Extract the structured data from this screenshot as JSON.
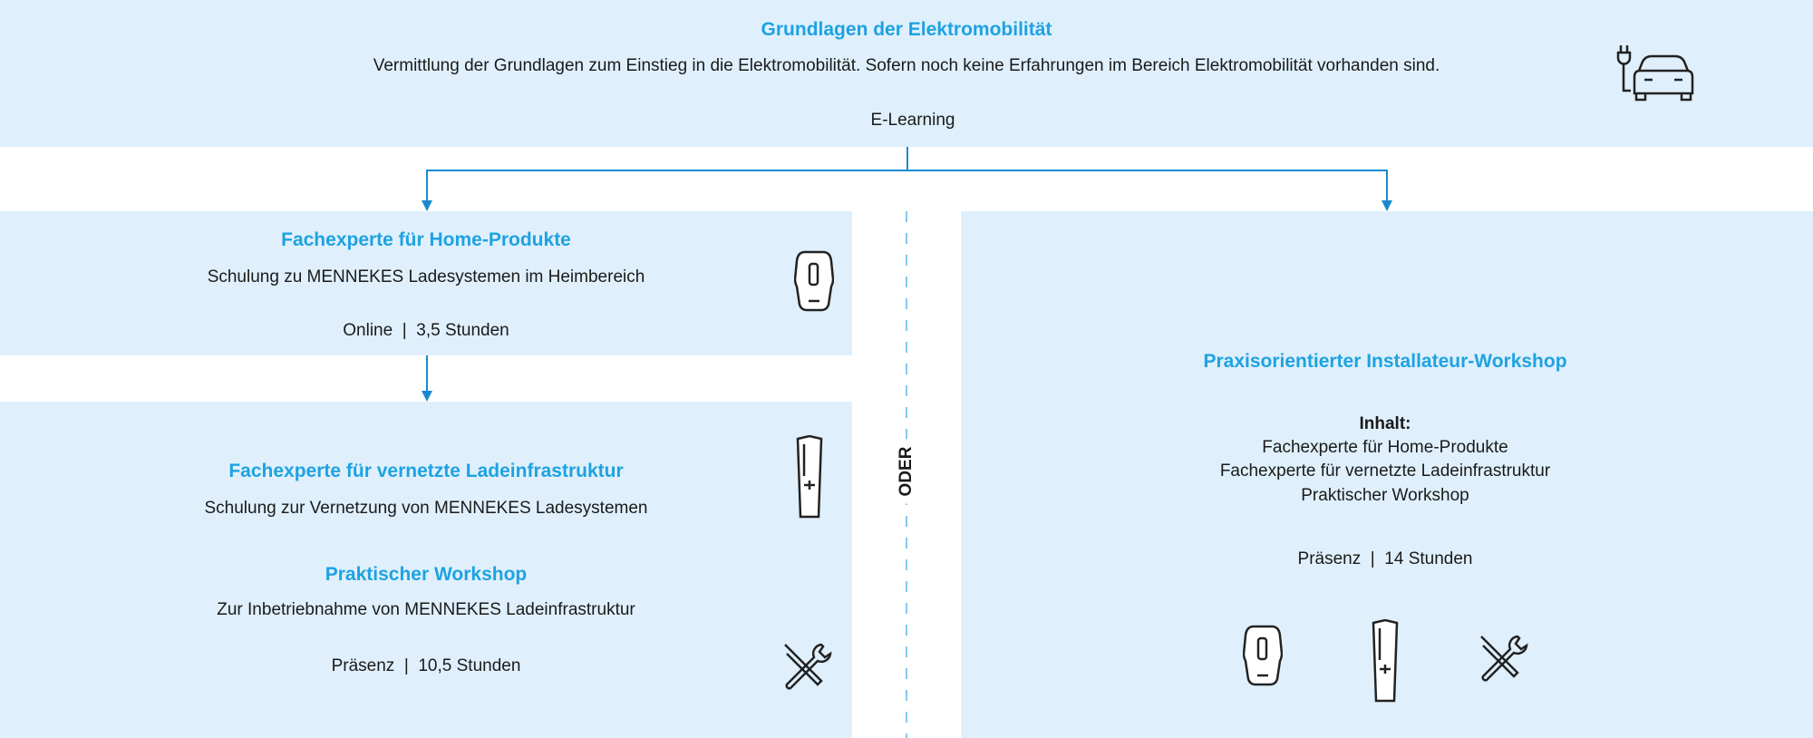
{
  "top": {
    "title": "Grundlagen der Elektromobilität",
    "description": "Vermittlung der Grundlagen zum Einstieg in die Elektromobilität. Sofern noch keine Erfahrungen im Bereich Elektromobilität vorhanden sind.",
    "format": "E-Learning"
  },
  "home": {
    "title": "Fachexperte für Home-Produkte",
    "description": "Schulung zu MENNEKES Ladesystemen im Heimbereich",
    "meta": "Online  |  3,5 Stunden"
  },
  "network": {
    "title": "Fachexperte für vernetzte Ladeinfrastruktur",
    "description": "Schulung zur Vernetzung von MENNEKES Ladesystemen"
  },
  "workshop": {
    "title": "Praktischer Workshop",
    "description": "Zur Inbetriebnahme von MENNEKES Ladeinfrastruktur",
    "meta": "Präsenz  |  10,5 Stunden"
  },
  "divider": {
    "label": "ODER"
  },
  "installer": {
    "title": "Praxisorientierter Installateur-Workshop",
    "content_label": "Inhalt:",
    "content": [
      "Fachexperte für Home-Produkte",
      "Fachexperte für vernetzte Ladeinfrastruktur",
      "Praktischer Workshop"
    ],
    "meta": "Präsenz  |  14 Stunden"
  }
}
